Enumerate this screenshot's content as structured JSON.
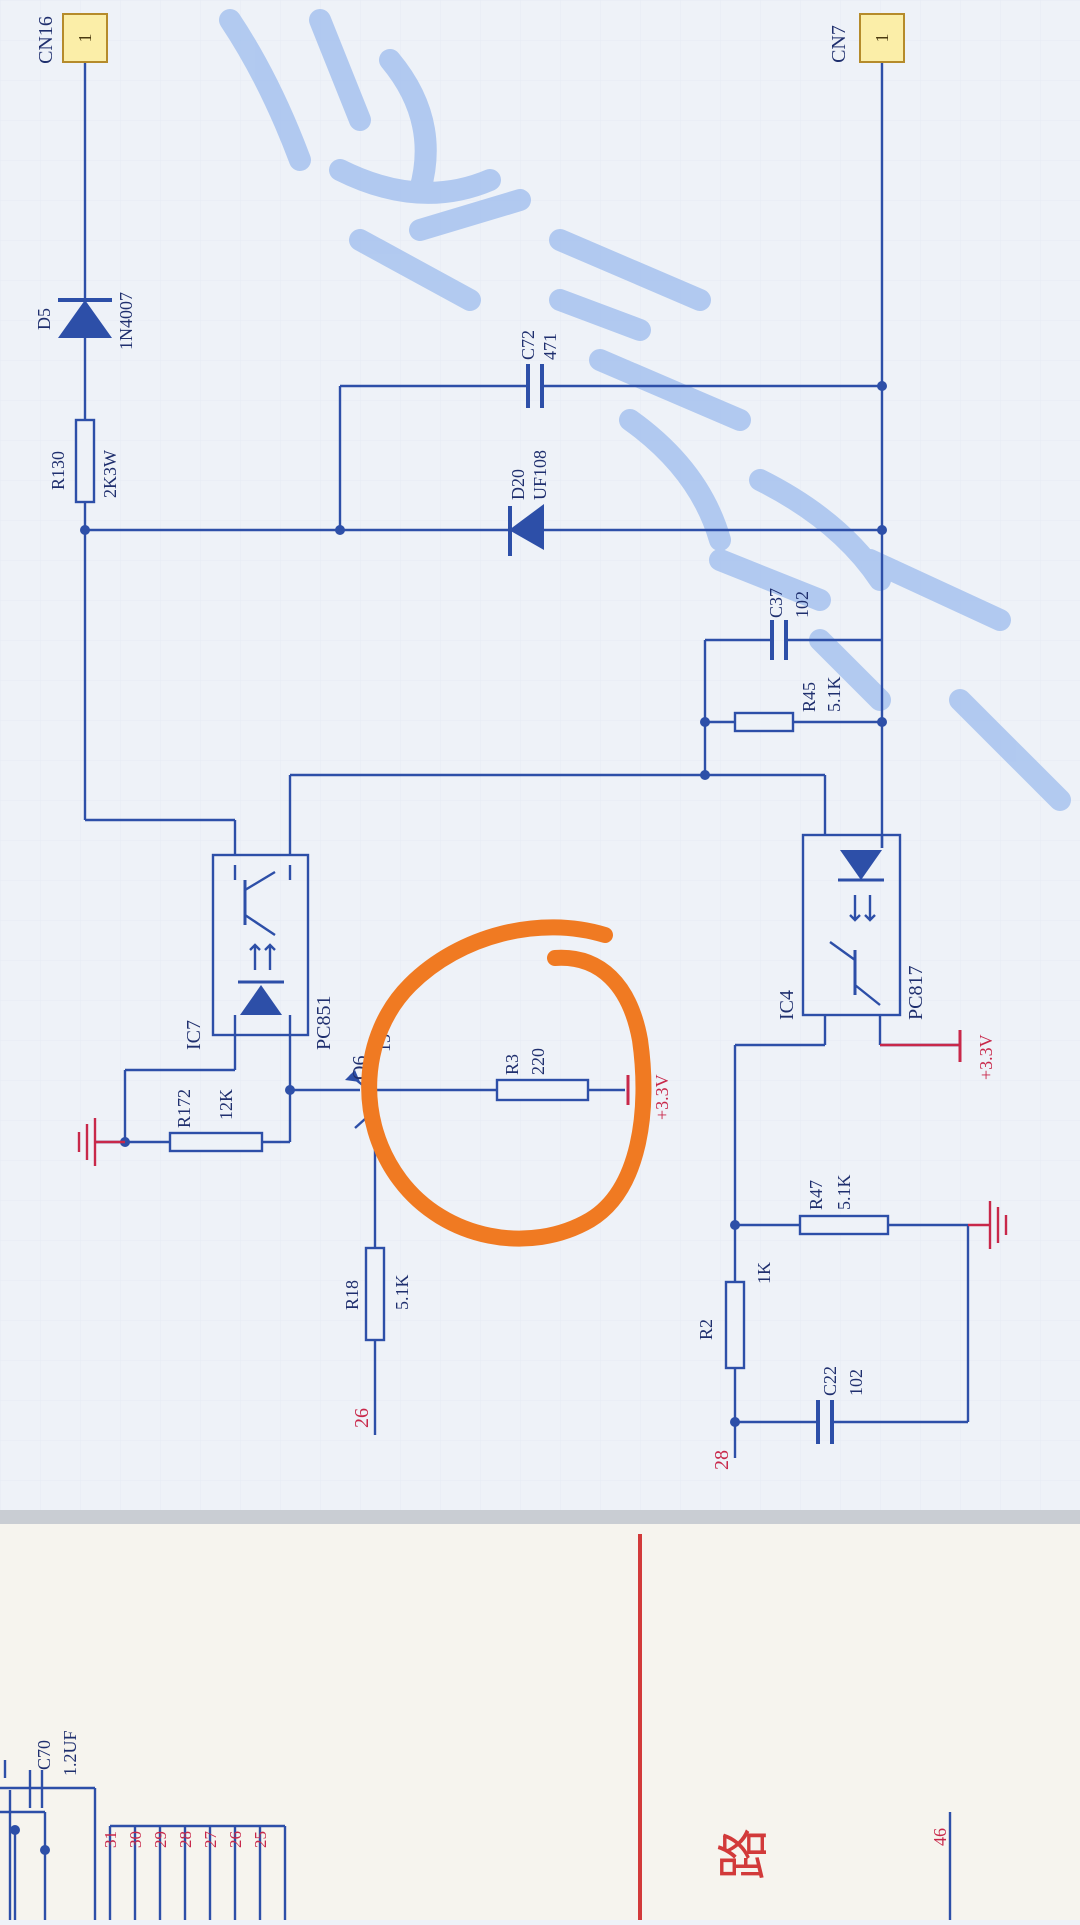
{
  "schematic": {
    "connectors": [
      {
        "ref": "CN16",
        "pin": "1"
      },
      {
        "ref": "CN7",
        "pin": "1"
      }
    ],
    "diodes": [
      {
        "ref": "D5",
        "value": "1N4007"
      },
      {
        "ref": "D20",
        "value": "UF108"
      }
    ],
    "resistors": [
      {
        "ref": "R130",
        "value": "2K3W"
      },
      {
        "ref": "R45",
        "value": "5.1K"
      },
      {
        "ref": "R172",
        "value": "12K"
      },
      {
        "ref": "R3",
        "value": "220"
      },
      {
        "ref": "R18",
        "value": "5.1K"
      },
      {
        "ref": "R47",
        "value": "5.1K"
      },
      {
        "ref": "R2",
        "value": "1K"
      }
    ],
    "capacitors": [
      {
        "ref": "C72",
        "value": "471"
      },
      {
        "ref": "C37",
        "value": "102"
      },
      {
        "ref": "C22",
        "value": "102"
      },
      {
        "ref": "C70",
        "value": "1.2UF"
      }
    ],
    "optocouplers": [
      {
        "ref": "IC7",
        "value": "PC851"
      },
      {
        "ref": "IC4",
        "value": "PC817"
      }
    ],
    "transistor": {
      "ref": "Q6",
      "value_partial": "13"
    },
    "power_labels": [
      "+3.3V",
      "+3.3V"
    ],
    "net_labels": [
      "26",
      "28"
    ],
    "lower_pins": [
      "31",
      "30",
      "29",
      "28",
      "27",
      "26",
      "25"
    ],
    "lower_net": "46",
    "partial_char": "路"
  },
  "colors": {
    "paper": "#eef2f8",
    "wire": "#2d4fa8",
    "label": "#1f2f6e",
    "net_label": "#c8284a",
    "highlight": "#f07a22",
    "connector_fill": "#fbeea8",
    "watermark": "#9cbcee"
  }
}
